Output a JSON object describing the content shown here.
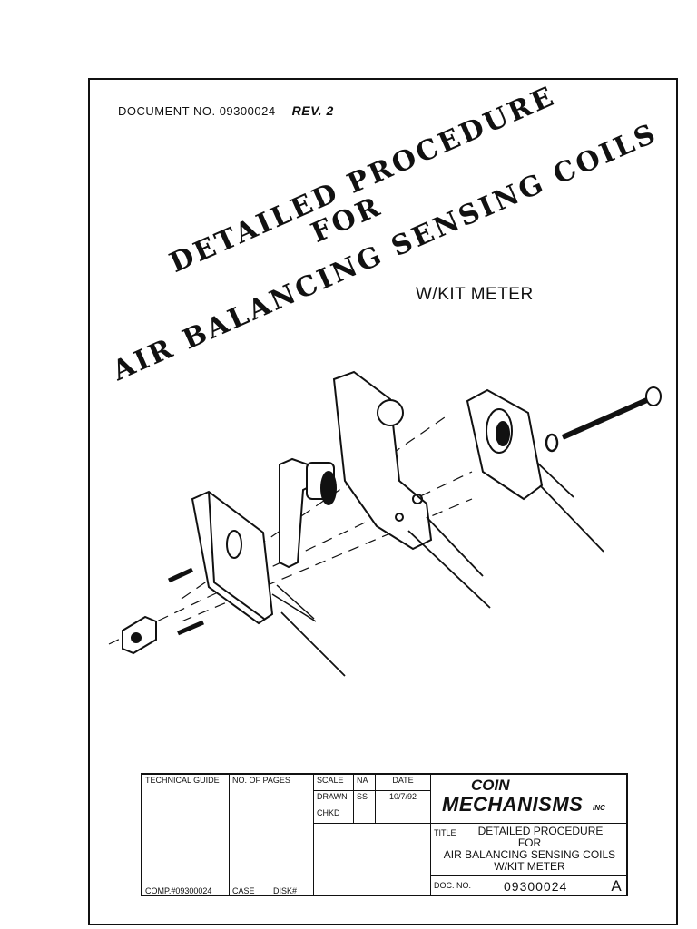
{
  "header": {
    "doc_number": "DOCUMENT NO. 09300024",
    "revision": "REV. 2"
  },
  "title": {
    "line1": "DETAILED PROCEDURE",
    "line2": "FOR",
    "line3": "AIR BALANCING SENSING COILS",
    "subtitle": "W/KIT METER"
  },
  "title_block": {
    "technical_guide": "TECHNICAL GUIDE",
    "no_of_pages": "NO. OF PAGES",
    "scale_label": "SCALE",
    "scale_value": "NA",
    "date_label": "DATE",
    "drawn_label": "DRAWN",
    "drawn_value": "SS",
    "date_value": "10/7/92",
    "chkd_label": "CHKD",
    "comp_label": "COMP.#09300024",
    "case_label": "CASE",
    "disk_label": "DISK#",
    "logo_line1": "COIN",
    "logo_line2": "MECHANISMS",
    "logo_inc": "INC",
    "title_label": "TITLE",
    "title_line1": "DETAILED PROCEDURE",
    "title_line2": "FOR",
    "title_line3": "AIR BALANCING SENSING COILS",
    "title_line4": "W/KIT METER",
    "doc_label": "DOC. NO.",
    "doc_value": "09300024",
    "rev_value": "A"
  },
  "icons": [
    "exploded-assembly-drawing"
  ]
}
